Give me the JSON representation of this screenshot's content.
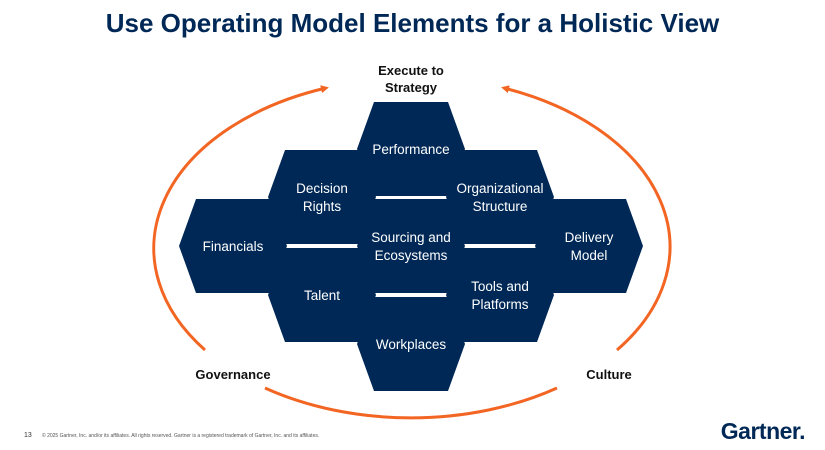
{
  "title": "Use Operating Model Elements for a Holistic View",
  "labels": {
    "top_line1": "Execute to",
    "top_line2": "Strategy",
    "left": "Governance",
    "right": "Culture"
  },
  "hexagons": [
    {
      "id": "performance",
      "lines": [
        "Performance"
      ]
    },
    {
      "id": "decision-rights",
      "lines": [
        "Decision",
        "Rights"
      ]
    },
    {
      "id": "organizational-structure",
      "lines": [
        "Organizational",
        "Structure"
      ]
    },
    {
      "id": "financials",
      "lines": [
        "Financials"
      ]
    },
    {
      "id": "sourcing-and-ecosystems",
      "lines": [
        "Sourcing and",
        "Ecosystems"
      ]
    },
    {
      "id": "delivery-model",
      "lines": [
        "Delivery",
        "Model"
      ]
    },
    {
      "id": "talent",
      "lines": [
        "Talent"
      ]
    },
    {
      "id": "tools-and-platforms",
      "lines": [
        "Tools and",
        "Platforms"
      ]
    },
    {
      "id": "workplaces",
      "lines": [
        "Workplaces"
      ]
    }
  ],
  "colors": {
    "hex_fill": "#002856",
    "cycle": "#f26522",
    "title": "#002856"
  },
  "footer": {
    "page_number": "13",
    "copyright": "© 2025 Gartner, Inc. and/or its affiliates. All rights reserved. Gartner is a registered trademark of Gartner, Inc. and its affiliates.",
    "logo": "Gartner."
  }
}
